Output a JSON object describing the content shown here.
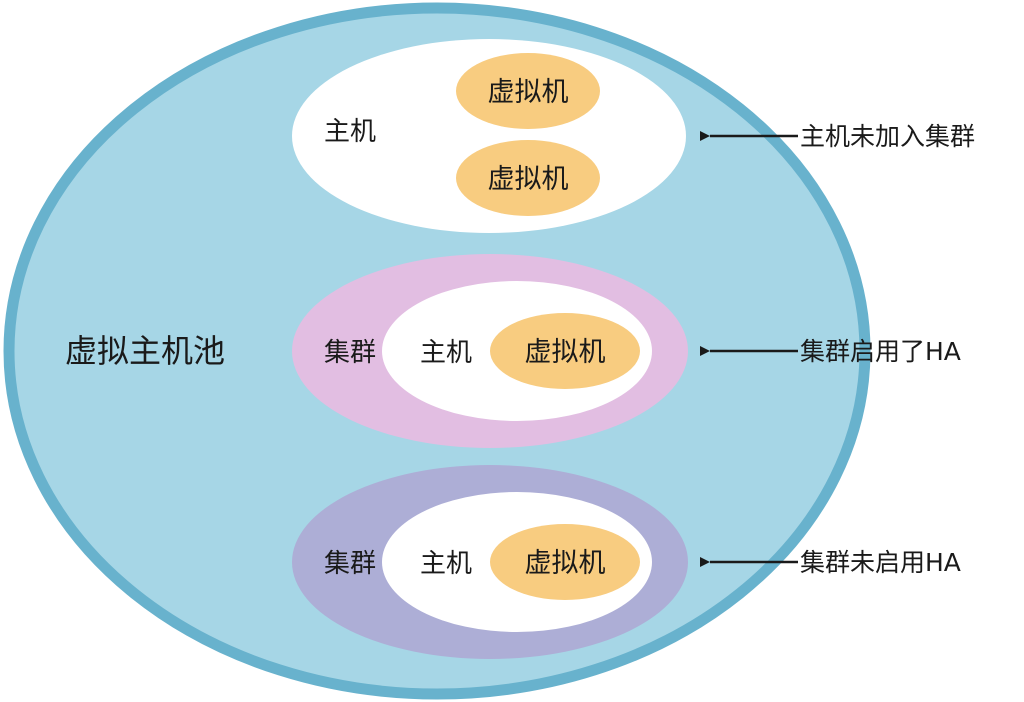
{
  "pool": {
    "label": "虚拟主机池",
    "fill": "#a6d6e6",
    "stroke": "#68b2cd"
  },
  "groups": [
    {
      "host_label": "主机",
      "vms": [
        "虚拟机",
        "虚拟机"
      ],
      "note": "主机未加入集群"
    },
    {
      "cluster_label": "集群",
      "cluster_fill": "#e2bee2",
      "host_label": "主机",
      "vms": [
        "虚拟机"
      ],
      "note": "集群启用了HA"
    },
    {
      "cluster_label": "集群",
      "cluster_fill": "#adaed6",
      "host_label": "主机",
      "vms": [
        "虚拟机"
      ],
      "note": "集群未启用HA"
    }
  ],
  "colors": {
    "host": "#ffffff",
    "vm": "#f8cc80",
    "arrow": "#1a1a1a"
  }
}
